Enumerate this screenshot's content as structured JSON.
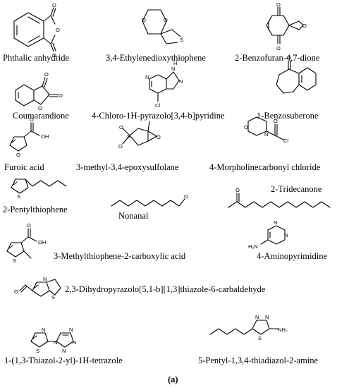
{
  "compounds": [
    {
      "name": "Phthalic anhydride"
    },
    {
      "name": "3,4-Ethylenedioxythiophene"
    },
    {
      "name": "2-Benzofuran-4,7-dione"
    },
    {
      "name": "Coumarandione"
    },
    {
      "name": "4-Chloro-1H-pyrazolo[3,4-b]pyridine"
    },
    {
      "name": "1-Benzosuberone"
    },
    {
      "name": "Furoic acid"
    },
    {
      "name": "3-methyl-3,4-epoxysulfolane"
    },
    {
      "name": "4-Morpholinecarbonyl chloride"
    },
    {
      "name": "2-Pentylthiophene"
    },
    {
      "name": "Nonanal"
    },
    {
      "name": "2-Tridecanone"
    },
    {
      "name": "3-Methylthiophene-2-carboxylic acid"
    },
    {
      "name": "4-Aminopyrimidine"
    },
    {
      "name": "2,3-Dihydropyrazolo[5,1-b][1,3]thiazole-6-carbaldehyde"
    },
    {
      "name": "1-(1,3-Thiazol-2-yl)-1H-tetrazole"
    },
    {
      "name": "5-Pentyl-1,3,4-thiadiazol-2-amine"
    }
  ],
  "atoms": {
    "O": "O",
    "S": "S",
    "N": "N",
    "Cl": "Cl",
    "NH": "NH",
    "OH": "OH",
    "H": "H",
    "H2N": "H₂N",
    "NH2": "NH₂"
  },
  "caption": "(a)"
}
